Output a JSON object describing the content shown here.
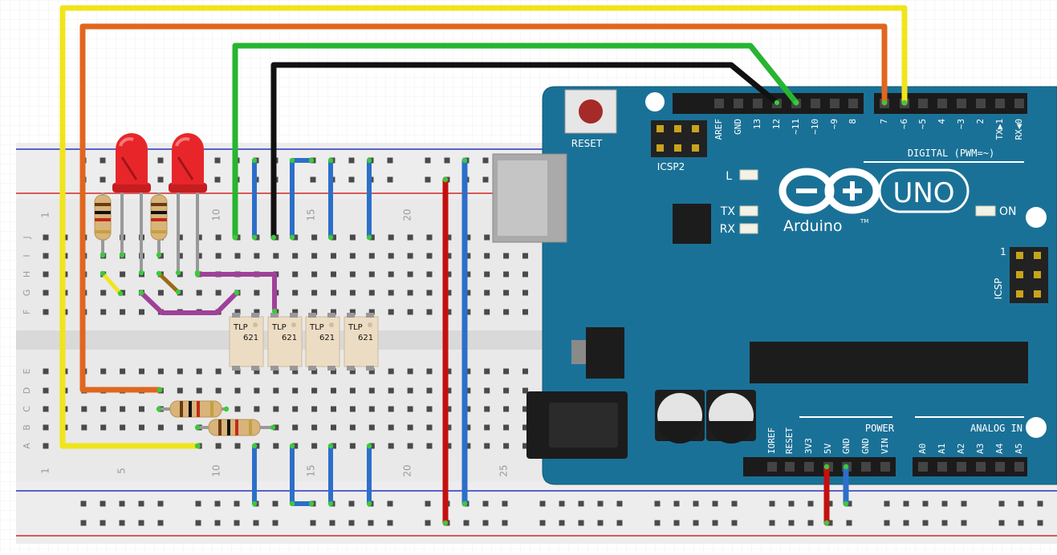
{
  "arduino": {
    "reset_label": "RESET",
    "icsp2_label": "ICSP2",
    "icsp_label": "ICSP",
    "icsp_pin1": "1",
    "led_l": "L",
    "led_tx": "TX",
    "led_rx": "RX",
    "led_on": "ON",
    "logo_text": "UNO",
    "brand": "Arduino",
    "tm": "TM",
    "digital_caption": "DIGITAL (PWM=~)",
    "power_caption": "POWER",
    "analog_caption": "ANALOG IN",
    "digital_pins": [
      "AREF",
      "GND",
      "13",
      "12",
      "~11",
      "~10",
      "~9",
      "8",
      "7",
      "~6",
      "~5",
      "4",
      "~3",
      "2",
      "TX▶1",
      "RX◀0"
    ],
    "power_pins": [
      "IOREF",
      "RESET",
      "3V3",
      "5V",
      "GND",
      "GND",
      "VIN"
    ],
    "analog_pins": [
      "A0",
      "A1",
      "A2",
      "A3",
      "A4",
      "A5"
    ]
  },
  "breadboard": {
    "row_letters_top": [
      "J",
      "I",
      "H",
      "G",
      "F"
    ],
    "row_letters_bottom": [
      "E",
      "D",
      "C",
      "B",
      "A"
    ],
    "col_numbers_top": [
      "1",
      "10",
      "15",
      "20"
    ],
    "col_numbers_bottom": [
      "1",
      "5",
      "10",
      "15",
      "20",
      "25"
    ]
  },
  "optocouplers": [
    {
      "line1": "TLP",
      "line2": "621"
    },
    {
      "line1": "TLP",
      "line2": "621"
    },
    {
      "line1": "TLP",
      "line2": "621"
    },
    {
      "line1": "TLP",
      "line2": "621"
    }
  ],
  "colors": {
    "board": "#1a7197",
    "wire_yellow": "#f0e41c",
    "wire_orange": "#e0661e",
    "wire_green": "#27b530",
    "wire_black": "#111111",
    "wire_blue": "#2c6fc9",
    "wire_red": "#c41010",
    "wire_purple": "#a0409a",
    "led_red": "#e8262a"
  }
}
